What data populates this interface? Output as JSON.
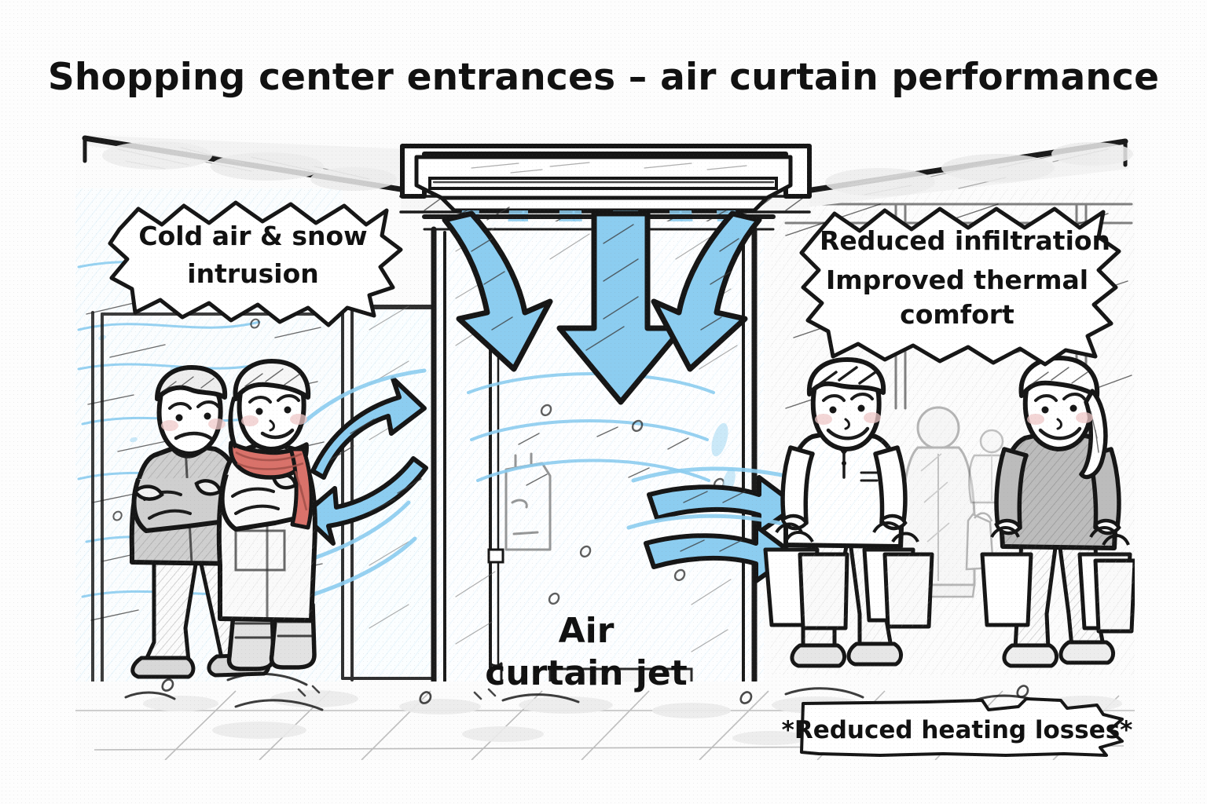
{
  "page": {
    "title": "Shopping center entrances – air curtain performance",
    "background_color": "#fdfdfd",
    "ink_color": "#1b1b1b",
    "accent_blue": "#8ccdf0",
    "accent_blue_light": "#bfe4f7",
    "scarf_color": "#d9726a",
    "style": "hand-drawn sketch comic illustration"
  },
  "callouts": {
    "left_bubble": {
      "line1": "Cold air & snow",
      "line2": "intrusion",
      "shape": "jagged-starburst"
    },
    "right_bubble": {
      "line1": "Reduced infiltration",
      "line2": "Improved thermal",
      "line3": "comfort",
      "shape": "jagged-starburst"
    },
    "center_label": {
      "line1": "Air",
      "line2": "curtain jet"
    },
    "bottom_banner": {
      "text": "*Reduced heating losses*",
      "shape": "jagged-ribbon"
    }
  },
  "scene": {
    "air_curtain_unit": "ceiling mounted air curtain with discharge nozzle",
    "doorway": "glass sliding entrance doors with mullions",
    "canopy_left": "sloping entrance canopy descending to the right",
    "canopy_right": "sloping entrance canopy rising to the right",
    "floor": "tiled floor with snow slush marks",
    "left_people": [
      {
        "name": "shivering-man",
        "state": "cold, arms crossed, frowning"
      },
      {
        "name": "shivering-woman",
        "state": "cold, red scarf, arms crossed"
      }
    ],
    "right_people": [
      {
        "name": "smiling-shopper-man",
        "state": "comfortable, carrying shopping bags"
      },
      {
        "name": "smiling-shopper-woman",
        "state": "comfortable, carrying shopping bags"
      },
      {
        "name": "background-shopper",
        "state": "faded background figure with bag"
      },
      {
        "name": "background-shopper-far",
        "state": "faded background figure"
      }
    ],
    "arrows": {
      "downward_jet": [
        {
          "name": "jet-arrow-left",
          "direction": "down-left-diagonal"
        },
        {
          "name": "jet-arrow-center",
          "direction": "straight-down"
        },
        {
          "name": "jet-arrow-right",
          "direction": "down-right-diagonal"
        }
      ],
      "infiltration": [
        {
          "name": "cold-inflow-arrow-upper",
          "direction": "up-right"
        },
        {
          "name": "cold-inflow-arrow-lower",
          "direction": "left-return"
        }
      ],
      "warm_flow": [
        {
          "name": "warm-flow-arrow-upper",
          "direction": "right"
        },
        {
          "name": "warm-flow-arrow-lower",
          "direction": "right"
        }
      ]
    }
  }
}
